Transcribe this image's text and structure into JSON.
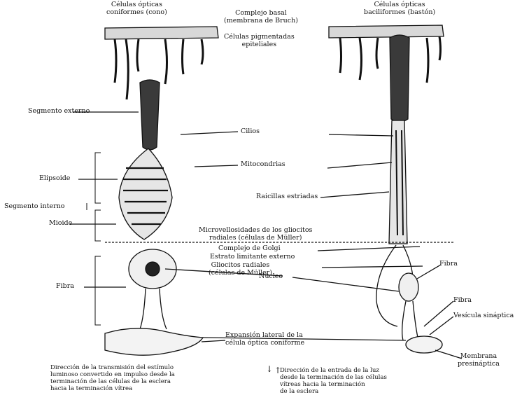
{
  "labels": {
    "cone_title": "Células ópticas\nconiformes (cono)",
    "rod_title": "Células ópticas\nbaciliformes (bastón)",
    "basal": "Complejo basal\n(membrana de Bruch)",
    "pigment": "Células pigmentadas\nepiteliales",
    "outer_segment": "Segmento externo",
    "cilia": "Cilios",
    "mitochondria": "Mitocondrias",
    "ellipsoid": "Elipsoide",
    "inner_segment": "Segmento interno",
    "rootlets": "Raicillas estriadas",
    "myoid": "Mioide",
    "microvilli": "Microvellosidades de los gliocitos\nradiales (células de Müller)",
    "golgi": "Complejo de Golgi",
    "limiting": "Estrato limitante externo",
    "glia": "Gliocitos radiales\n(células de Müller)",
    "nucleus": "Núcleo",
    "fiber_left": "Fibra",
    "fiber_right": "Fibra",
    "fiber_right2": "Fibra",
    "vesicle": "Vesícula sináptica",
    "expansion": "Expansión lateral de la\ncélula óptica coniforme",
    "membrane": "Membrana\npresináptica"
  },
  "notes": {
    "left": "Dirección de la transmisión del estímulo\nluminoso convertido en impulso desde la\nterminación de las células de la esclera\nhacia la terminación vítrea",
    "right": "Dirección de la entrada de la luz\ndesde la terminación de las células\nvítreas hacia la terminación\nde la esclera"
  },
  "arrows": {
    "down": "↓",
    "up": "↑"
  }
}
